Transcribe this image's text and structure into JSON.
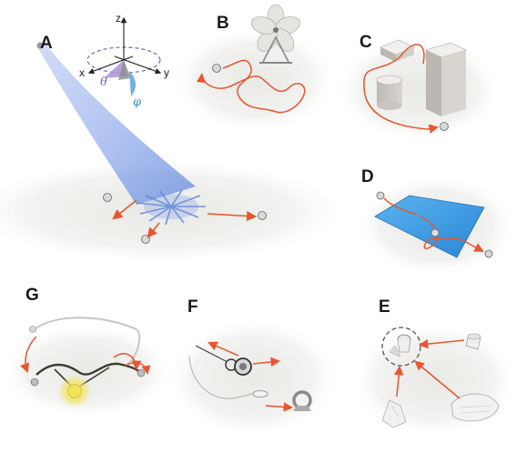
{
  "figure": {
    "panels": [
      {
        "id": "A",
        "label": "A"
      },
      {
        "id": "B",
        "label": "B"
      },
      {
        "id": "C",
        "label": "C"
      },
      {
        "id": "D",
        "label": "D"
      },
      {
        "id": "E",
        "label": "E"
      },
      {
        "id": "F",
        "label": "F"
      },
      {
        "id": "G",
        "label": "G"
      }
    ],
    "axes": {
      "z": "z",
      "x": "x",
      "y": "y",
      "theta": "θ",
      "phi": "φ"
    },
    "colors": {
      "trajectory": "#e8552f",
      "jet": "#7c9be6",
      "pool": "#3a98e0",
      "theta_cone": "#a993d6",
      "phi_arc": "#3a8fc7",
      "bulb": "#f2e35a"
    }
  }
}
